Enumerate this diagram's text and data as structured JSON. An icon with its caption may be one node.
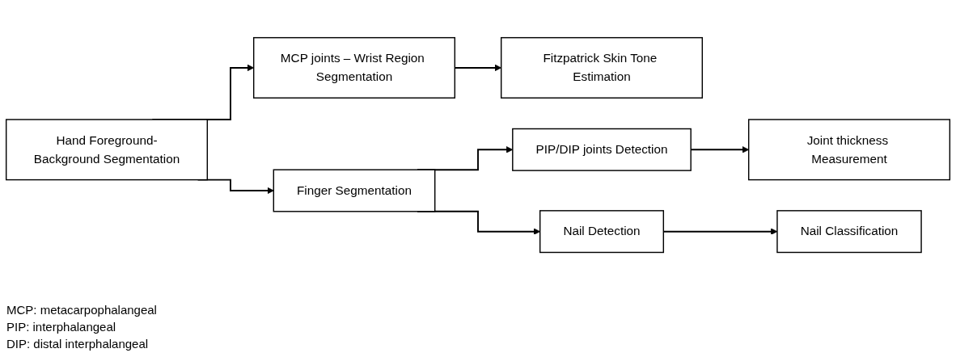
{
  "diagram": {
    "nodes": [
      {
        "text": [
          "Hand Foreground-Background Segmentation"
        ]
      },
      {
        "text": [
          "MCP joints – Wrist Region Segmentation"
        ]
      },
      {
        "text": [
          "Fitzpatrick Skin Tone Estimation"
        ]
      },
      {
        "text": [
          "Finger Segmentation"
        ]
      },
      {
        "text": [
          "PIP/DIP joints Detection"
        ]
      },
      {
        "text": [
          "Joint thickness Measurement"
        ]
      },
      {
        "text": [
          "Nail Detection"
        ]
      },
      {
        "text": [
          "Nail Classification"
        ]
      }
    ],
    "edges": [
      {
        "from": 0,
        "to": 1,
        "arrow": "to"
      },
      {
        "from": 0,
        "to": 3,
        "arrow": "to"
      },
      {
        "from": 1,
        "to": 2,
        "arrow": "to"
      },
      {
        "from": 3,
        "to": 4,
        "arrow": "to"
      },
      {
        "from": 3,
        "to": 6,
        "arrow": "to"
      },
      {
        "from": 4,
        "to": 5,
        "arrow": "to"
      },
      {
        "from": 6,
        "to": 7,
        "arrow": "to"
      }
    ],
    "labels": [
      "MCP: metacarpophalangeal",
      "PIP: interphalangeal",
      "DIP: distal interphalangeal"
    ]
  }
}
